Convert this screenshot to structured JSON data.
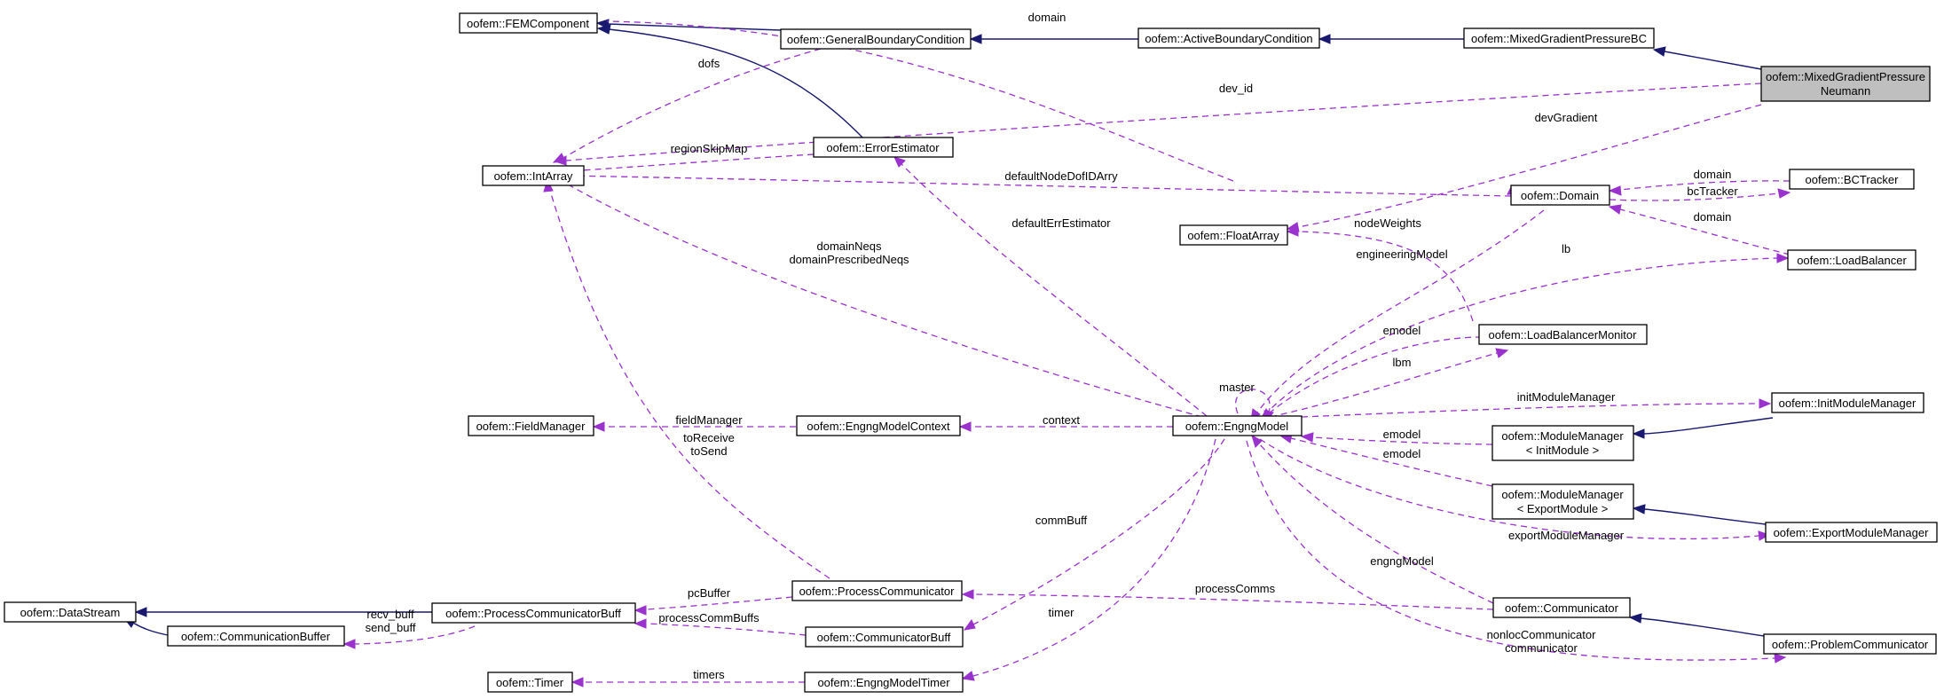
{
  "nodes": {
    "FEMComponent": "oofem::FEMComponent",
    "GeneralBoundaryCondition": "oofem::GeneralBoundaryCondition",
    "ActiveBoundaryCondition": "oofem::ActiveBoundaryCondition",
    "MixedGradientPressureBC": "oofem::MixedGradientPressureBC",
    "MGPN_line1": "oofem::MixedGradientPressure",
    "MGPN_line2": "Neumann",
    "IntArray": "oofem::IntArray",
    "ErrorEstimator": "oofem::ErrorEstimator",
    "Domain": "oofem::Domain",
    "BCTracker": "oofem::BCTracker",
    "FloatArray": "oofem::FloatArray",
    "LoadBalancer": "oofem::LoadBalancer",
    "LoadBalancerMonitor": "oofem::LoadBalancerMonitor",
    "FieldManager": "oofem::FieldManager",
    "EngngModelContext": "oofem::EngngModelContext",
    "EngngModel": "oofem::EngngModel",
    "InitModuleManager": "oofem::InitModuleManager",
    "MM_Init_line1": "oofem::ModuleManager",
    "MM_Init_line2": "< InitModule >",
    "MM_Export_line1": "oofem::ModuleManager",
    "MM_Export_line2": "< ExportModule >",
    "ExportModuleManager": "oofem::ExportModuleManager",
    "DataStream": "oofem::DataStream",
    "ProcessCommunicatorBuff": "oofem::ProcessCommunicatorBuff",
    "ProcessCommunicator": "oofem::ProcessCommunicator",
    "Communicator": "oofem::Communicator",
    "CommunicationBuffer": "oofem::CommunicationBuffer",
    "CommunicatorBuff": "oofem::CommunicatorBuff",
    "ProblemCommunicator": "oofem::ProblemCommunicator",
    "Timer": "oofem::Timer",
    "EngngModelTimer": "oofem::EngngModelTimer"
  },
  "edge_labels": {
    "domain_top": "domain",
    "dofs": "dofs",
    "dev_id": "dev_id",
    "devGradient": "devGradient",
    "regionSkipMap": "regionSkipMap",
    "defaultNodeDofIDArry": "defaultNodeDofIDArry",
    "bct_domain": "domain",
    "bcTracker": "bcTracker",
    "lb_domain": "domain",
    "nodeWeights": "nodeWeights",
    "defaultErrEstimator": "defaultErrEstimator",
    "domainNeqs": "domainNeqs",
    "domainPrescribedNeqs": "domainPrescribedNeqs",
    "engineeringModel": "engineeringModel",
    "lb": "lb",
    "emodel_lbm": "emodel",
    "lbm": "lbm",
    "master": "master",
    "initModuleManager": "initModuleManager",
    "emodel_init": "emodel",
    "emodel_export": "emodel",
    "fieldManager": "fieldManager",
    "toReceive": "toReceive",
    "toSend": "toSend",
    "context": "context",
    "commBuff": "commBuff",
    "exportModuleManager": "exportModuleManager",
    "engngModel": "engngModel",
    "pcBuffer": "pcBuffer",
    "processComms": "processComms",
    "recv_buff": "recv_buff",
    "send_buff": "send_buff",
    "processCommBuffs": "processCommBuffs",
    "timer": "timer",
    "nonlocCommunicator": "nonlocCommunicator",
    "communicator": "communicator",
    "timers": "timers"
  }
}
